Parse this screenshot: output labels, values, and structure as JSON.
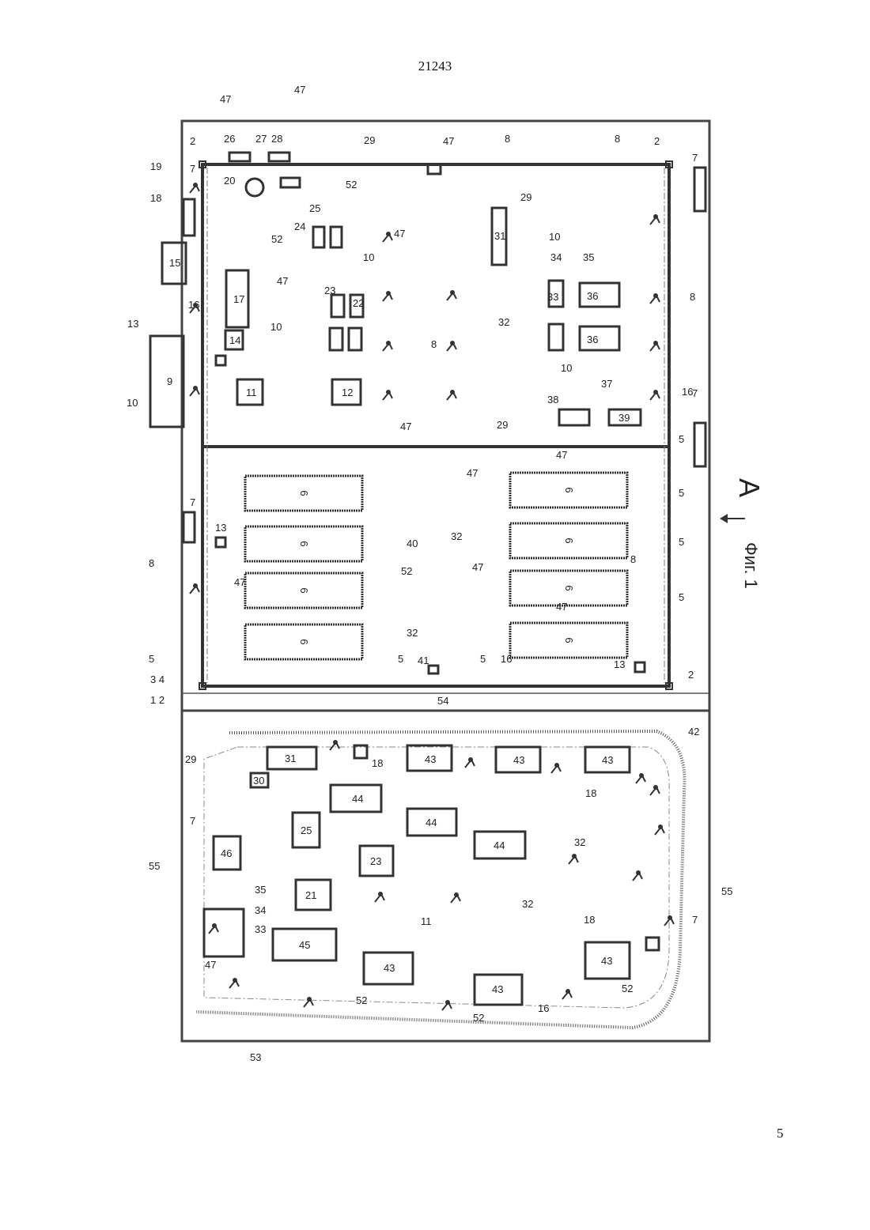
{
  "document_number": "21243",
  "page_number": "5",
  "figure": {
    "caption": "Фиг. 1",
    "view_letter": "A",
    "labels": {
      "equipment_6": "6",
      "item_43": "43",
      "item_44": "44",
      "item_36": "36",
      "l9": "9",
      "l11": "11",
      "l12": "12",
      "l14": "14",
      "l15": "15",
      "l17": "17",
      "l21": "21",
      "l22": "22",
      "l23": "23",
      "l25": "25",
      "l30": "30",
      "l31": "31",
      "l39": "39",
      "l40": "40",
      "l45": "45",
      "l46": "46",
      "c1": "1 2",
      "c2": "3 4",
      "c5": "5",
      "c7": "7",
      "c8": "8",
      "c10": "10",
      "c13": "13",
      "c16": "16",
      "c18": "18",
      "c19": "19",
      "c20": "20",
      "c24": "24",
      "c26": "26",
      "c27": "27",
      "c28": "28",
      "c29": "29",
      "c32": "32",
      "c33": "33",
      "c34": "34",
      "c35": "35",
      "c37": "37",
      "c38": "38",
      "c41": "41",
      "c42": "42",
      "c47": "47",
      "c52": "52",
      "c53": "53",
      "c54": "54",
      "c55": "55",
      "c2b": "2"
    }
  }
}
